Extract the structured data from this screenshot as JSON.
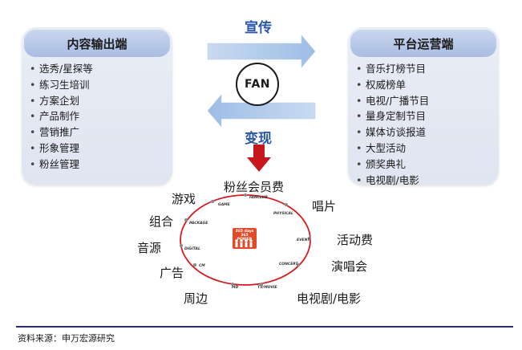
{
  "left_panel": {
    "title": "内容输出端",
    "items": [
      "选秀/星探等",
      "练习生培训",
      "方案企划",
      "产品制作",
      "营销推广",
      "形象管理",
      "粉丝管理"
    ]
  },
  "right_panel": {
    "title": "平台运营端",
    "items": [
      "音乐打榜节目",
      "权威榜单",
      "电视/广播节目",
      "量身定制节目",
      "媒体访谈报道",
      "大型活动",
      "颁奖典礼",
      "电视剧/电影"
    ]
  },
  "center": {
    "top_label": "宣传",
    "fan": "FAN",
    "bottom_label": "变现"
  },
  "cycle": {
    "labels": [
      "粉丝会员费",
      "唱片",
      "活动费",
      "演唱会",
      "电视剧/电影",
      "周边",
      "广告",
      "音源",
      "组合",
      "游戏"
    ],
    "ring_labels": [
      "FANCLUB",
      "PHYSICAL",
      "EVENT",
      "CONCERT",
      "TV/MOVIE",
      "MD",
      "CM",
      "DIGITAL",
      "PACKAGE",
      "GAME"
    ],
    "center_lines": [
      "365 days 365",
      "POWER"
    ]
  },
  "colors": {
    "arrow_blue": "#a8c4e6",
    "accent_red": "#c8161d",
    "label_blue": "#2a58a8",
    "rule": "#2b2b6e"
  },
  "source": "资料来源：申万宏源研究"
}
